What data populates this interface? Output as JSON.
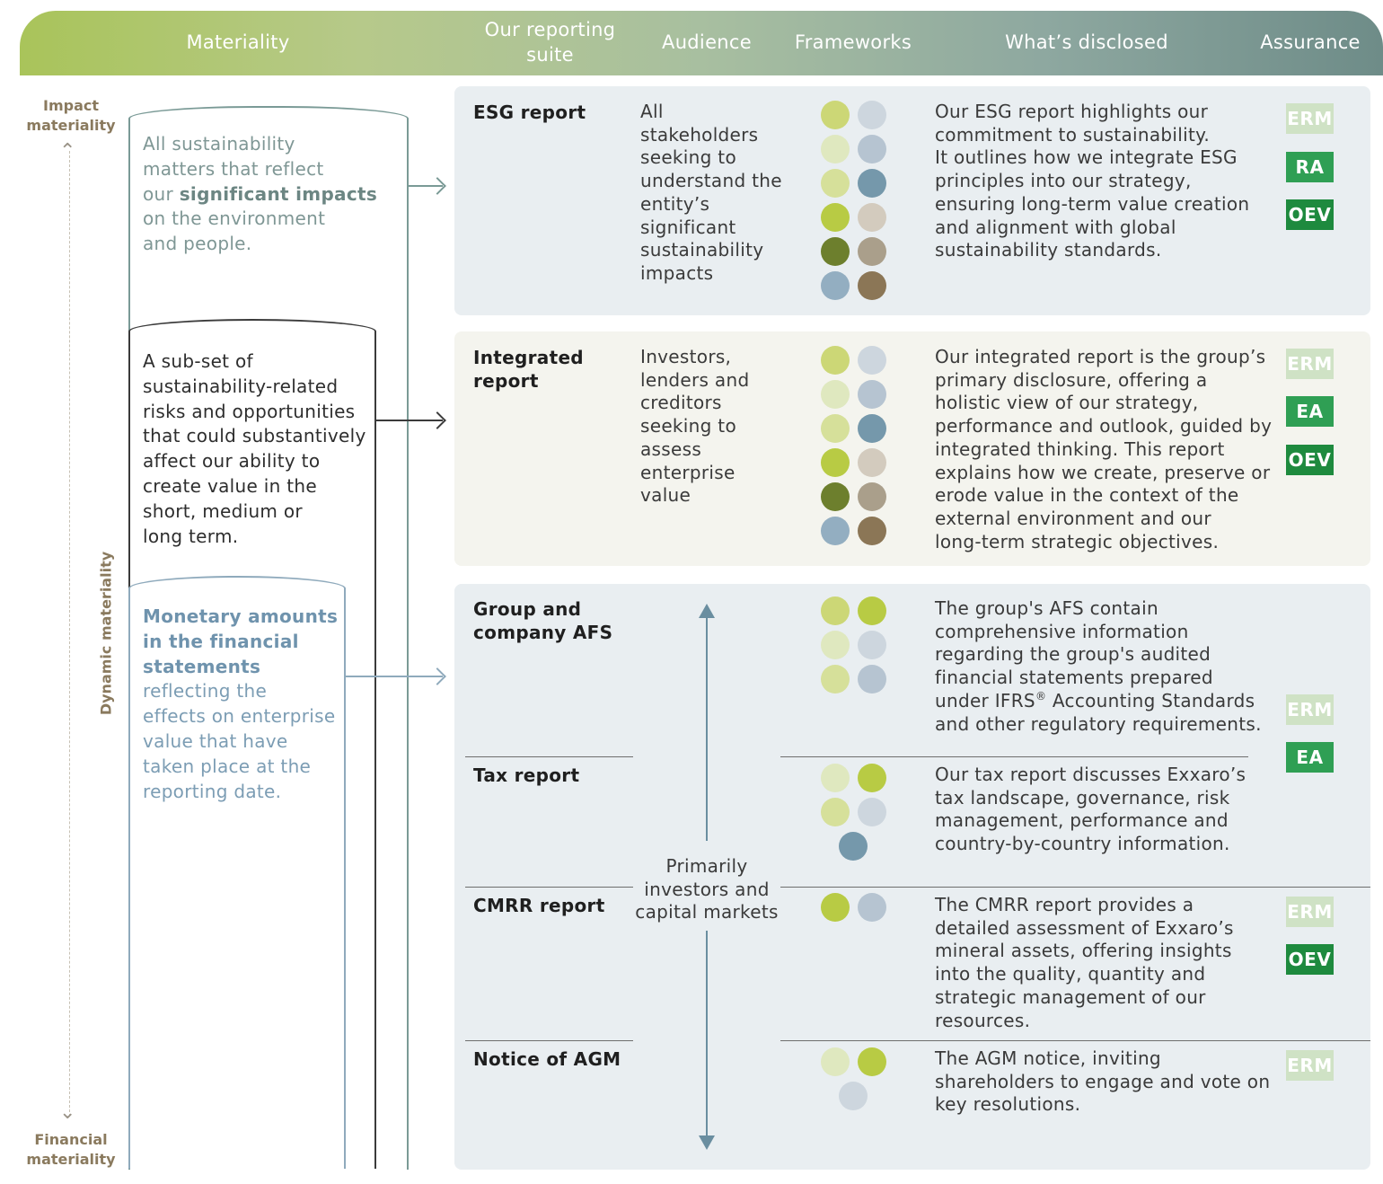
{
  "colors": {
    "badge_light": "#cfe2c5",
    "badge_mid": "#2f9f54",
    "badge_dark": "#1e8a3e",
    "lime": "#b8cb44",
    "lime_light": "#ccd776",
    "lime_pale": "#dfe8bf",
    "olive": "#6d7f2d",
    "slate": "#93aec1",
    "slate_light": "#b6c4d1",
    "slate_pale": "#cdd6de",
    "steel": "#7598ab",
    "taupe": "#aa9f8b",
    "taupe_light": "#d3cbbe",
    "brown": "#8b7656"
  },
  "header": {
    "materiality": "Materiality",
    "reporting_suite_line1": "Our reporting",
    "reporting_suite_line2": "suite",
    "audience": "Audience",
    "frameworks": "Frameworks",
    "disclosed": "What’s disclosed",
    "assurance": "Assurance"
  },
  "axis": {
    "top_line1": "Impact",
    "top_line2": "materiality",
    "middle": "Dynamic materiality",
    "bottom_line1": "Financial",
    "bottom_line2": "materiality"
  },
  "materiality": {
    "impact": {
      "l1": "All sustainability",
      "l2": "matters that reflect",
      "l3a": "our ",
      "l3b": "significant impacts",
      "l4": "on the environment",
      "l5": "and people."
    },
    "subset": {
      "l1": "A sub-set of",
      "l2": "sustainability-related",
      "l3": "risks and opportunities",
      "l4": "that could substantively",
      "l5": "affect our ability to",
      "l6": "create value in the",
      "l7": "short, medium or",
      "l8": "long term."
    },
    "monetary": {
      "l1": "Monetary amounts",
      "l2": "in the financial",
      "l3": "statements",
      "l4": "reflecting the",
      "l5": "effects on enterprise",
      "l6": "value that have",
      "l7": "taken place at the",
      "l8": "reporting date."
    }
  },
  "reports": {
    "esg": {
      "title_l1": "ESG report",
      "audience": [
        "All",
        "stakeholders",
        "seeking to",
        "understand the",
        "entity’s",
        "significant",
        "sustainability",
        "impacts"
      ],
      "disclosed": [
        "Our ESG report highlights our",
        "commitment to sustainability.",
        "It outlines how we integrate ESG",
        "principles into our strategy,",
        "ensuring long-term value creation",
        "and alignment with global",
        "sustainability standards."
      ],
      "badges": [
        "ERM",
        "RA",
        "OEV"
      ]
    },
    "integrated": {
      "title_l1": "Integrated",
      "title_l2": "report",
      "audience": [
        "Investors,",
        "lenders and",
        "creditors",
        "seeking to",
        "assess",
        "enterprise",
        "value"
      ],
      "disclosed": [
        "Our integrated report is the group’s",
        "primary disclosure, offering a",
        "holistic view of our strategy,",
        "performance and outlook, guided by",
        "integrated thinking. This report",
        "explains how we create, preserve or",
        "erode value in the context of the",
        "external environment and our",
        "long-term strategic objectives."
      ],
      "badges": [
        "ERM",
        "EA",
        "OEV"
      ]
    },
    "afs": {
      "title_l1": "Group and",
      "title_l2": "company AFS",
      "disclosed": [
        "The group's AFS contain",
        "comprehensive information",
        "regarding the group's audited",
        "financial statements prepared",
        "under IFRS",
        "®",
        " Accounting Standards",
        "and other regulatory requirements."
      ],
      "badges": [
        "ERM",
        "EA"
      ]
    },
    "tax": {
      "title_l1": "Tax report",
      "disclosed": [
        "Our tax report discusses Exxaro’s",
        "tax landscape, governance, risk",
        "management, performance and",
        "country-by-country information."
      ]
    },
    "cmrr": {
      "title_l1": "CMRR report",
      "disclosed": [
        "The CMRR report provides a",
        "detailed assessment of Exxaro’s",
        "mineral assets, offering insights",
        "into the quality, quantity and",
        "strategic management of our",
        "resources."
      ],
      "badges": [
        "ERM",
        "OEV"
      ]
    },
    "agm": {
      "title_l1": "Notice of AGM",
      "disclosed": [
        "The AGM notice, inviting",
        "shareholders to engage and vote on",
        "key resolutions."
      ],
      "badges": [
        "ERM"
      ]
    }
  },
  "shared_audience": [
    "Primarily",
    "investors and",
    "capital markets"
  ]
}
